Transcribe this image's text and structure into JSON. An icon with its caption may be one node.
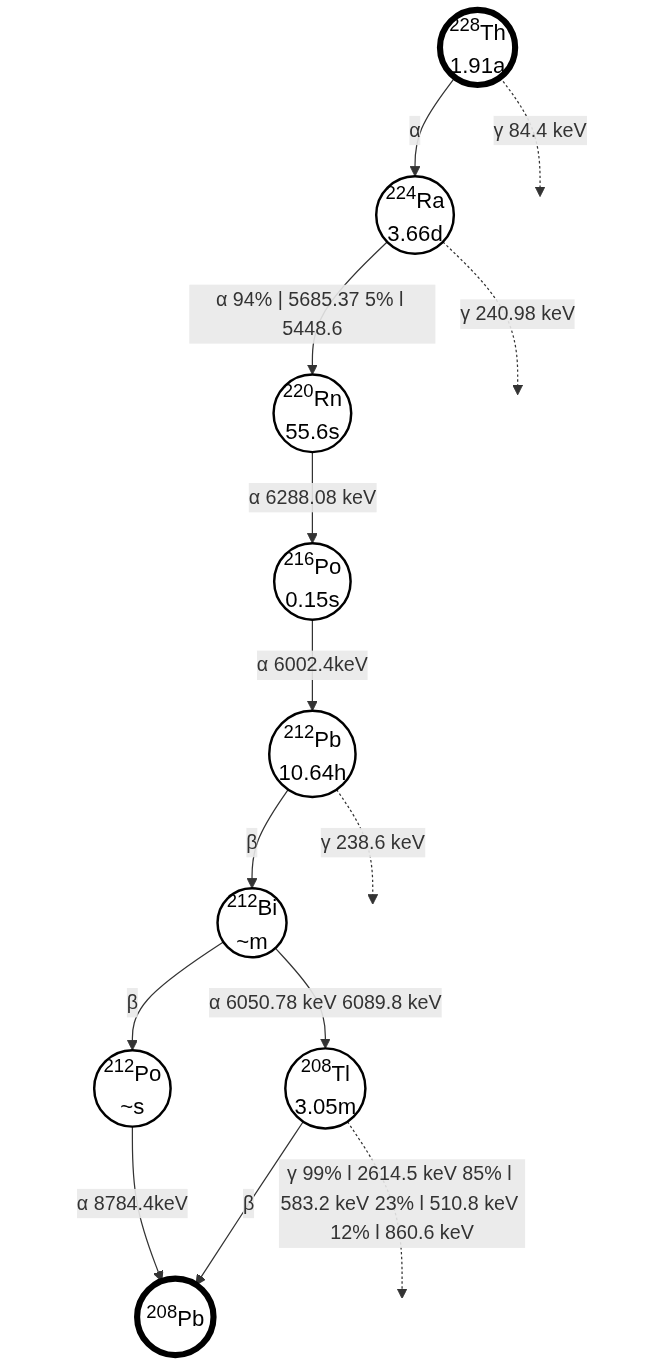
{
  "diagram": {
    "nodes": [
      {
        "text": [
          "$^{228}$Th",
          "1.91a"
        ]
      },
      {
        "text": [
          "$^{224}$Ra",
          "3.66d"
        ]
      },
      {
        "text": [
          "$^{220}$Rn",
          "55.6s"
        ]
      },
      {
        "text": [
          "$^{216}$Po",
          "0.15s"
        ]
      },
      {
        "text": [
          "$^{212}$Pb",
          "10.64h"
        ]
      },
      {
        "text": [
          "$^{212}$Bi",
          "~m"
        ]
      },
      {
        "text": [
          "$^{212}$Po",
          "~s"
        ]
      },
      {
        "text": [
          "$^{208}$Tl",
          "3.05m"
        ]
      },
      {
        "text": [
          "$^{208}$Pb"
        ]
      }
    ],
    "edges": [
      {
        "from": 0,
        "to": 1,
        "arrow": "to",
        "label": "α"
      },
      {
        "from": 0,
        "to": null,
        "arrow": "to",
        "style": "dashed",
        "label": "γ 84.4 keV"
      },
      {
        "from": 1,
        "to": 2,
        "arrow": "to",
        "label": "α 94% | 5685.37 5% l 5448.6"
      },
      {
        "from": 1,
        "to": null,
        "arrow": "to",
        "style": "dashed",
        "label": "γ 240.98 keV"
      },
      {
        "from": 2,
        "to": 3,
        "arrow": "to",
        "label": "α 6288.08 keV"
      },
      {
        "from": 3,
        "to": 4,
        "arrow": "to",
        "label": "α 6002.4keV"
      },
      {
        "from": 4,
        "to": 5,
        "arrow": "to",
        "label": "β"
      },
      {
        "from": 4,
        "to": null,
        "arrow": "to",
        "style": "dashed",
        "label": "γ 238.6 keV"
      },
      {
        "from": 5,
        "to": 6,
        "arrow": "to",
        "label": "β"
      },
      {
        "from": 5,
        "to": 7,
        "arrow": "to",
        "label": "α 6050.78 keV 6089.8 keV"
      },
      {
        "from": 6,
        "to": 8,
        "arrow": "to",
        "label": "α 8784.4keV"
      },
      {
        "from": 7,
        "to": 8,
        "arrow": "to",
        "label": "β"
      },
      {
        "from": 7,
        "to": null,
        "arrow": "to",
        "style": "dashed",
        "label": "γ 99% l 2614.5 keV 85% l 583.2 keV 23% l 510.8 keV 12% l 860.6 keV"
      }
    ]
  }
}
